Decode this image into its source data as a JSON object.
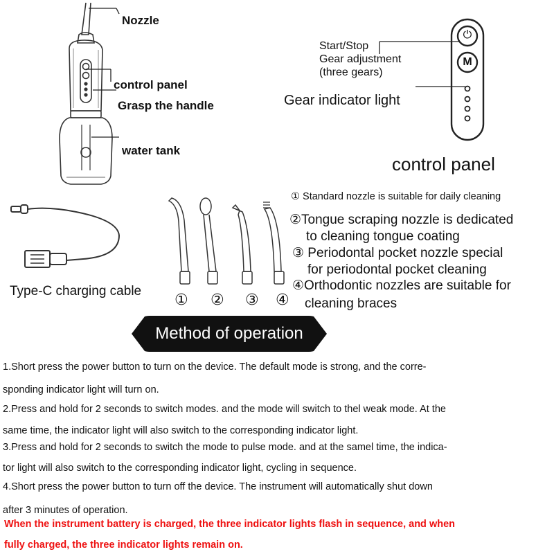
{
  "device_labels": {
    "nozzle": "Nozzle",
    "control_panel": "control panel",
    "grasp_handle": "Grasp the handle",
    "water_tank": "water tank"
  },
  "panel_labels": {
    "start_stop": "Start/Stop",
    "gear_adjustment": "Gear adjustment",
    "three_gears": "(three gears)",
    "gear_indicator": "Gear indicator light",
    "title": "control panel",
    "power_symbol": "⏻",
    "mode_symbol": "M"
  },
  "cable_label": "Type-C charging cable",
  "nozzle_numbers": [
    "①",
    "②",
    "③",
    "④"
  ],
  "nozzle_descriptions": {
    "n1": "① Standard nozzle is suitable for daily cleaning",
    "n2_line1": "②Tongue scraping nozzle is dedicated",
    "n2_line2": "to cleaning tongue coating",
    "n3_line1": "③ Periodontal pocket nozzle special",
    "n3_line2": "for periodontal pocket cleaning",
    "n4_line1": "④Orthodontic nozzles are suitable for",
    "n4_line2": "cleaning braces"
  },
  "method_title": "Method of operation",
  "steps": {
    "s1_line1": "1.Short press the power button to turn on the device. The default mode is strong, and the corre-",
    "s1_line2": "sponding indicator light will turn on.",
    "s2_line1": "2.Press and hold for 2 seconds to switch modes. and the mode will switch to thel weak mode. At the",
    "s2_line2": "same time, the indicator light will also switch to the corresponding indicator light.",
    "s3_line1": "3.Press and hold for 2 seconds to switch the mode to pulse mode. and at the samel time, the indica-",
    "s3_line2": "tor light will also switch to the corresponding indicator light, cycling in sequence.",
    "s4_line1": "4.Short press the power button to turn off the device. The instrument will automatically shut down",
    "s4_line2": "after 3 minutes of operation."
  },
  "charging_note": {
    "line1": "When the instrument battery is charged, the three indicator lights flash in sequence, and when",
    "line2": "fully charged, the three indicator lights remain on."
  },
  "colors": {
    "text": "#111111",
    "note": "#ee1111",
    "banner": "#111111"
  }
}
